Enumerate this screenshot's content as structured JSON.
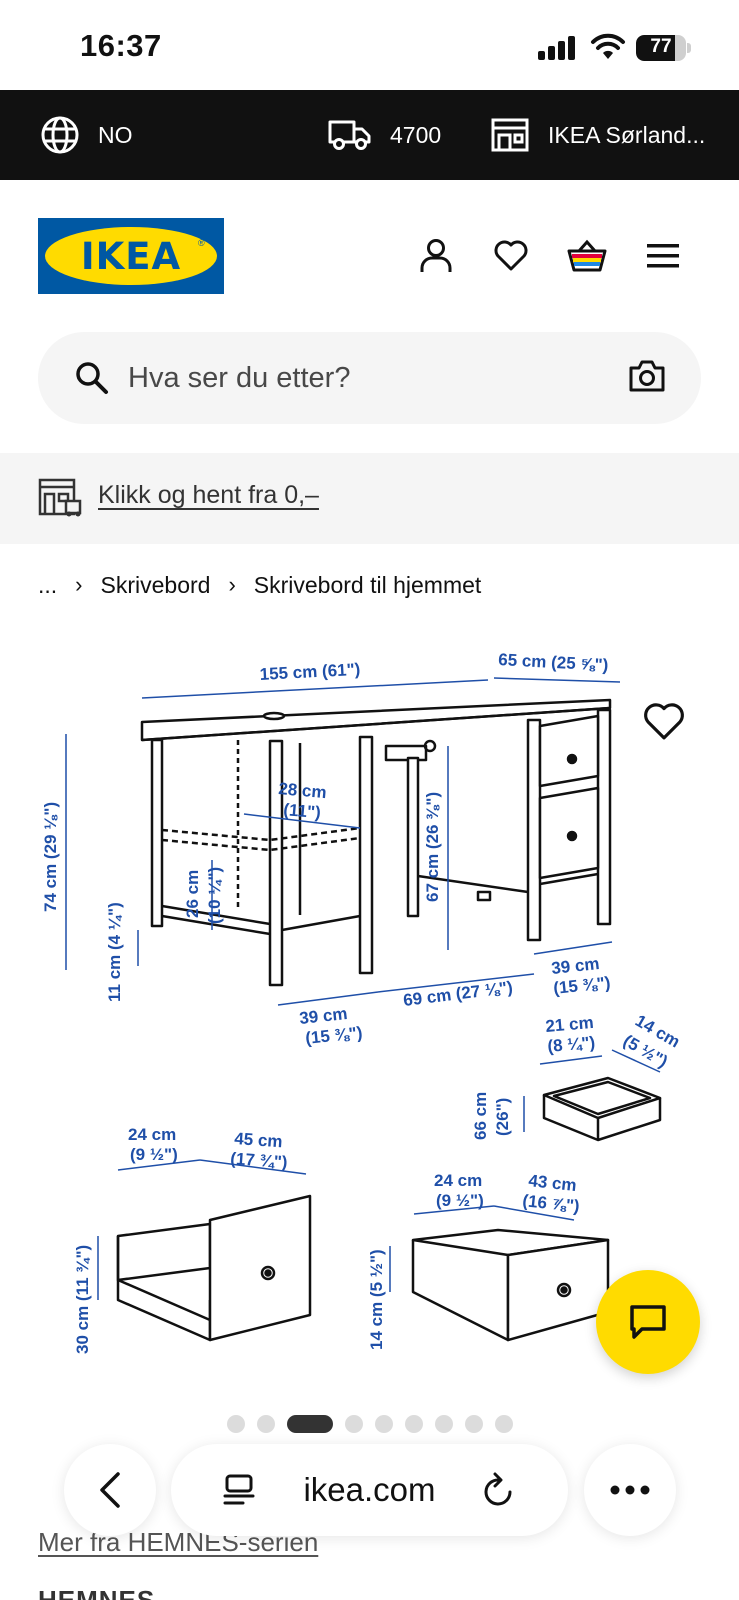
{
  "status_bar": {
    "time": "16:37",
    "battery": "77",
    "battery_level": 0.77
  },
  "top_bar": {
    "country": "NO",
    "postcode": "4700",
    "store": "IKEA Sørland..."
  },
  "header": {
    "logo_text": "IKEA"
  },
  "search": {
    "placeholder": "Hva ser du etter?"
  },
  "banner": {
    "link_text": "Klikk og hent fra 0,–"
  },
  "breadcrumb": {
    "ellipsis": "...",
    "items": [
      "Skrivebord",
      "Skrivebord til hjemmet"
    ]
  },
  "dimensions": {
    "desk_width": "155 cm (61\")",
    "desk_depth": "65 cm (25 ⅝\")",
    "desk_height": "74 cm (29 ⅛\")",
    "knee_height": "67 cm (26 ⅜\")",
    "shelf_depth_a": "28 cm",
    "shelf_depth_b": "(11\")",
    "shelf_height_a": "26 cm",
    "shelf_height_b": "(10 ¼\")",
    "base_height": "11 cm (4 ¼\")",
    "left_width_a": "39 cm",
    "left_width_b": "(15 ⅜\")",
    "knee_width": "69 cm (27 ⅛\")",
    "right_width_a": "39 cm",
    "right_width_b": "(15 ⅜\")",
    "tray_width_a": "21 cm",
    "tray_width_b": "(8 ¼\")",
    "tray_depth_a": "14 cm",
    "tray_depth_b": "(5 ½\")",
    "tray_height_a": "66 cm",
    "tray_height_b": "(26\")",
    "big_drawer_w_a": "24 cm",
    "big_drawer_w_b": "(9 ½\")",
    "big_drawer_d_a": "45 cm",
    "big_drawer_d_b": "(17 ¾\")",
    "big_drawer_h": "30 cm (11 ¾\")",
    "small_drawer_w_a": "24 cm",
    "small_drawer_w_b": "(9 ½\")",
    "small_drawer_d_a": "43 cm",
    "small_drawer_d_b": "(16 ⅞\")",
    "small_drawer_h": "14 cm (5 ½\")"
  },
  "gallery": {
    "image_count": 9,
    "active_index": 2
  },
  "below": {
    "more_link": "Mer fra HEMNES-serien",
    "series": "HEMNES"
  },
  "browser": {
    "url": "ikea.com"
  },
  "colors": {
    "ikea_blue": "#0058a3",
    "ikea_yellow": "#ffdb00",
    "dimension_blue": "#1f4fa8"
  }
}
